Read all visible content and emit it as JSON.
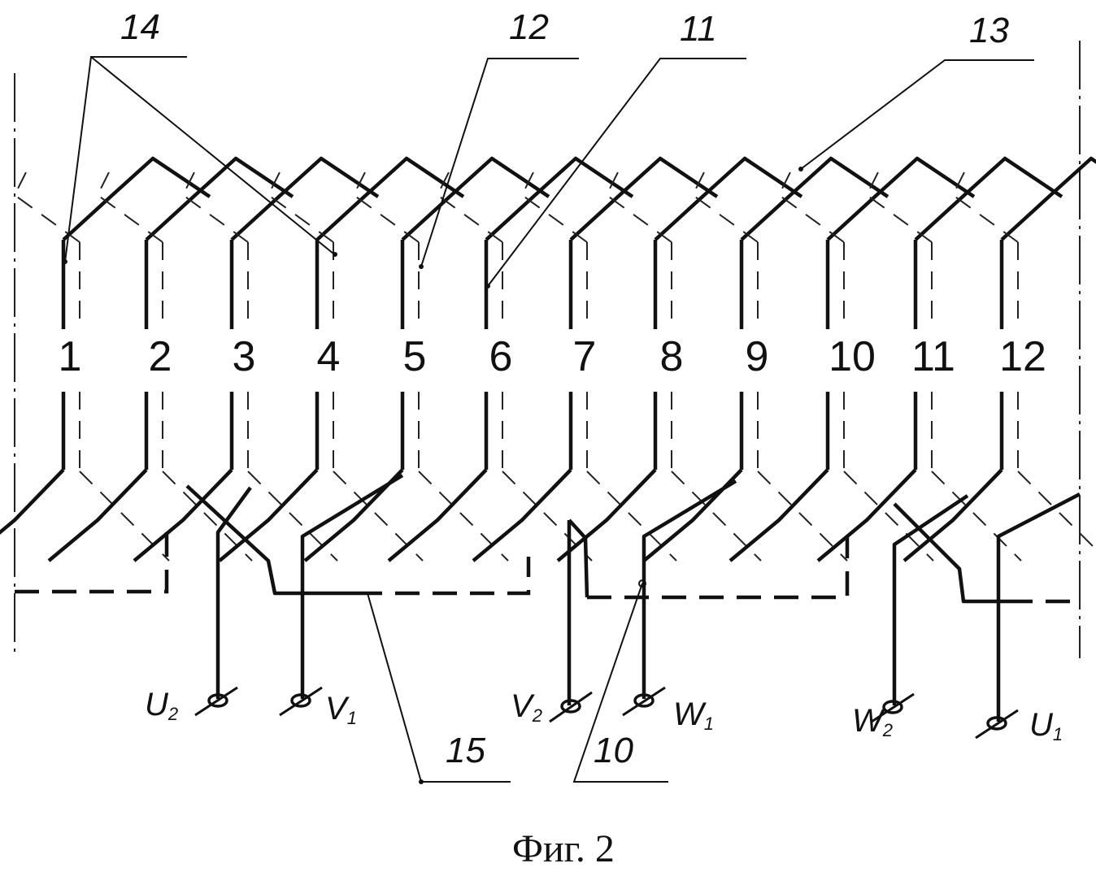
{
  "slots": [
    "1",
    "2",
    "3",
    "4",
    "5",
    "6",
    "7",
    "8",
    "9",
    "10",
    "11",
    "12"
  ],
  "refs": {
    "r14": "14",
    "r12": "12",
    "r11": "11",
    "r13": "13",
    "r15": "15",
    "r10": "10"
  },
  "terminals": {
    "U2": {
      "main": "U",
      "sub": "2"
    },
    "V1": {
      "main": "V",
      "sub": "1"
    },
    "V2": {
      "main": "V",
      "sub": "2"
    },
    "W1": {
      "main": "W",
      "sub": "1"
    },
    "W2": {
      "main": "W",
      "sub": "2"
    },
    "U1": {
      "main": "U",
      "sub": "1"
    }
  },
  "caption": "Фиг. 2"
}
